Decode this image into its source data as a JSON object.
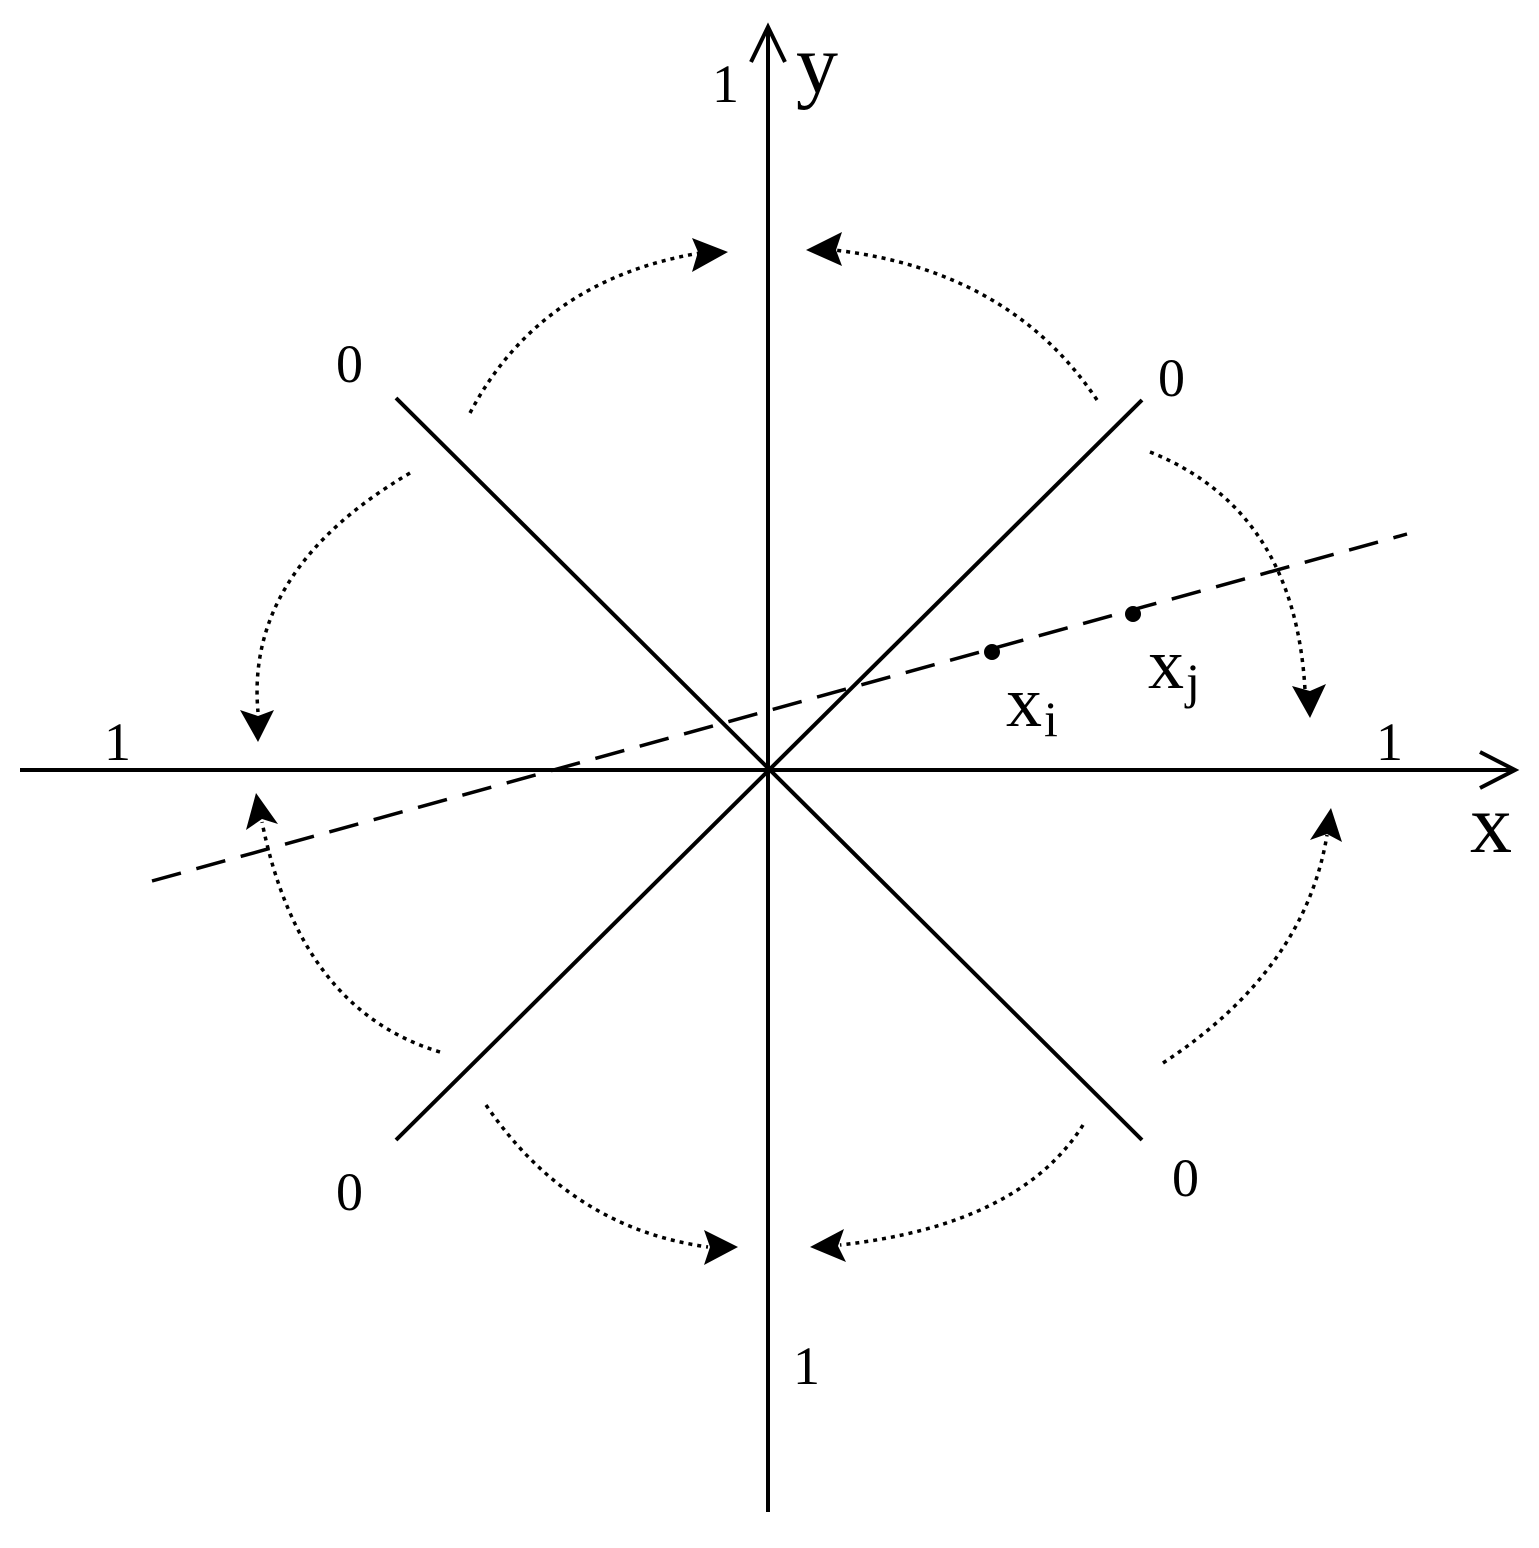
{
  "axes": {
    "x_label": "x",
    "y_label": "y"
  },
  "ticks": {
    "y_top": "1",
    "x_left": "1",
    "x_right": "1",
    "y_bottom": "1"
  },
  "diagonals": {
    "upper_left": "0",
    "upper_right": "0",
    "lower_left": "0",
    "lower_right": "0"
  },
  "points": {
    "xi": {
      "base": "x",
      "sub": "i"
    },
    "xj": {
      "base": "x",
      "sub": "j"
    }
  }
}
